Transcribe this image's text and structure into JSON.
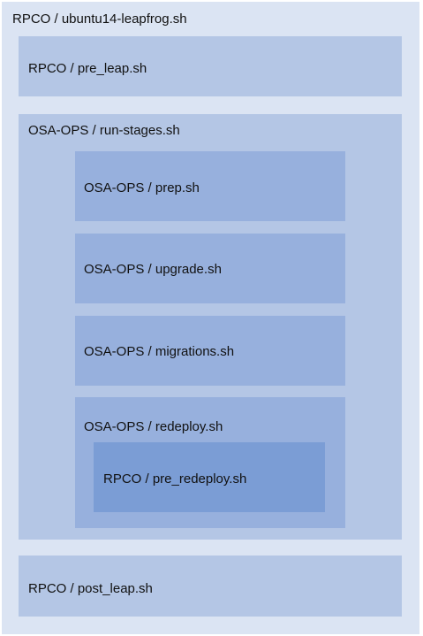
{
  "outer": {
    "label": "RPCO / ubuntu14-leapfrog.sh"
  },
  "pre_leap": {
    "label": "RPCO / pre_leap.sh"
  },
  "run_stages": {
    "label": "OSA-OPS / run-stages.sh",
    "prep": {
      "label": "OSA-OPS / prep.sh"
    },
    "upgrade": {
      "label": "OSA-OPS / upgrade.sh"
    },
    "migrations": {
      "label": "OSA-OPS / migrations.sh"
    },
    "redeploy": {
      "label": "OSA-OPS / redeploy.sh",
      "pre_redeploy": {
        "label": "RPCO / pre_redeploy.sh"
      }
    }
  },
  "post_leap": {
    "label": "RPCO / post_leap.sh"
  },
  "colors": {
    "outer_fill": "#dbe4f3",
    "level1_fill": "#b4c6e5",
    "level2_fill": "#97b0dd",
    "level3_fill": "#7b9dd5"
  }
}
